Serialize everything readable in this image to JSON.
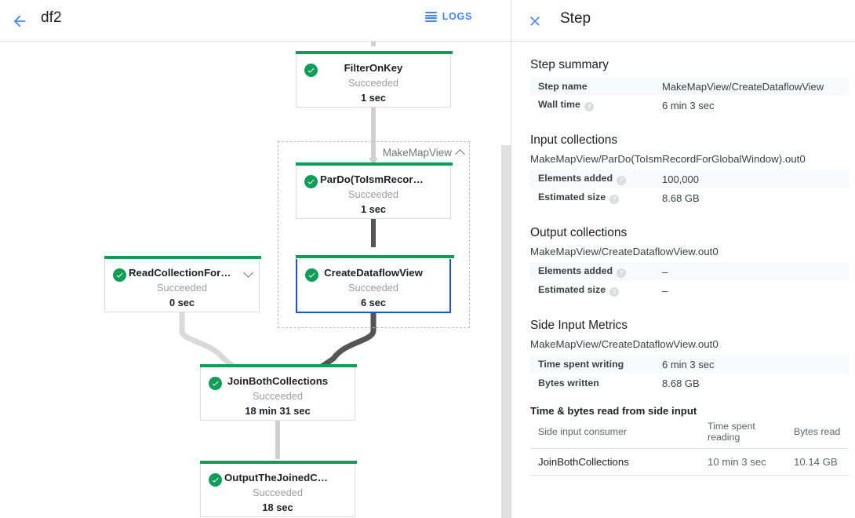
{
  "left_header": {
    "back_icon": "arrow-left-icon",
    "job_title": "df2",
    "logs_label": "LOGS",
    "logs_icon": "list-lines-icon",
    "accent_color": "#4285f4"
  },
  "graph": {
    "group": {
      "label": "MakeMapView",
      "collapse_icon": "chevron-up-icon"
    },
    "nodes": [
      {
        "name": "FilterOnKey",
        "status": "Succeeded",
        "time": "1 sec",
        "status_color": "#0f9d58",
        "selected": false,
        "has_chevron": false
      },
      {
        "name": "ParDo(ToIsmRecordFor…",
        "status": "Succeeded",
        "time": "1 sec",
        "status_color": "#0f9d58",
        "selected": false,
        "has_chevron": false
      },
      {
        "name": "CreateDataflowView",
        "status": "Succeeded",
        "time": "6 sec",
        "status_color": "#0f9d58",
        "selected": true,
        "has_chevron": false
      },
      {
        "name": "ReadCollectionForJoin",
        "status": "Succeeded",
        "time": "0 sec",
        "status_color": "#0f9d58",
        "selected": false,
        "has_chevron": true
      },
      {
        "name": "JoinBothCollections",
        "status": "Succeeded",
        "time": "18 min 31 sec",
        "status_color": "#0f9d58",
        "selected": false,
        "has_chevron": false
      },
      {
        "name": "OutputTheJoinedCollec…",
        "status": "Succeeded",
        "time": "18 sec",
        "status_color": "#0f9d58",
        "selected": false,
        "has_chevron": false
      }
    ]
  },
  "right_panel": {
    "close_icon": "close-icon",
    "title": "Step",
    "step_summary": {
      "heading": "Step summary",
      "rows": [
        {
          "key": "Step name",
          "value": "MakeMapView/CreateDataflowView",
          "help": false
        },
        {
          "key": "Wall time",
          "value": "6 min 3 sec",
          "help": true
        }
      ]
    },
    "input_collections": {
      "heading": "Input collections",
      "collection": "MakeMapView/ParDo(ToIsmRecordForGlobalWindow).out0",
      "rows": [
        {
          "key": "Elements added",
          "value": "100,000",
          "help": true
        },
        {
          "key": "Estimated size",
          "value": "8.68 GB",
          "help": true
        }
      ]
    },
    "output_collections": {
      "heading": "Output collections",
      "collection": "MakeMapView/CreateDataflowView.out0",
      "rows": [
        {
          "key": "Elements added",
          "value": "–",
          "help": true
        },
        {
          "key": "Estimated size",
          "value": "–",
          "help": true
        }
      ]
    },
    "side_input_metrics": {
      "heading": "Side Input Metrics",
      "collection": "MakeMapView/CreateDataflowView.out0",
      "rows": [
        {
          "key": "Time spent writing",
          "value": "6 min 3 sec",
          "help": false
        },
        {
          "key": "Bytes written",
          "value": "8.68 GB",
          "help": false
        }
      ]
    },
    "side_input_reads": {
      "heading": "Time & bytes read from side input",
      "columns": [
        "Side input consumer",
        "Time spent reading",
        "Bytes read"
      ],
      "rows": [
        {
          "consumer": "JoinBothCollections",
          "time_spent_reading": "10 min 3 sec",
          "bytes_read": "10.14 GB"
        }
      ]
    }
  }
}
